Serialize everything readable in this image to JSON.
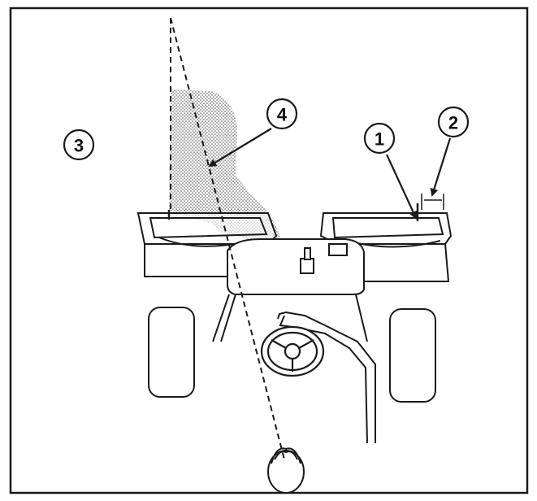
{
  "colors": {
    "ink": "#1a1a1a",
    "paper": "#ffffff",
    "stipple": "#555555"
  },
  "callouts": [
    {
      "label": "1"
    },
    {
      "label": "2"
    },
    {
      "label": "3"
    },
    {
      "label": "4"
    }
  ]
}
